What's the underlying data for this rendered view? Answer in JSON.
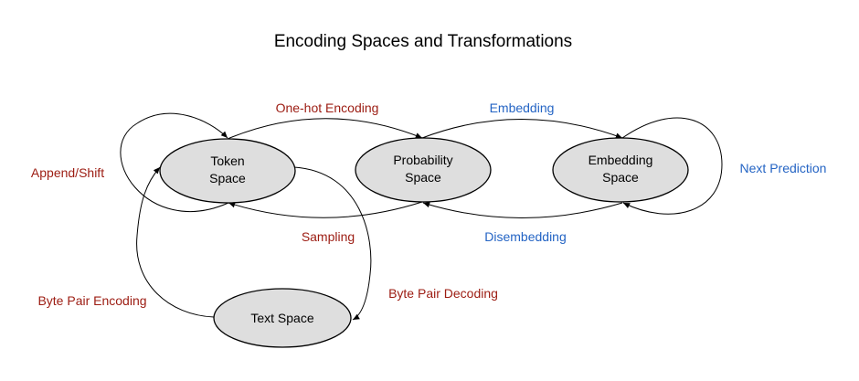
{
  "title": "Encoding Spaces and Transformations",
  "colors": {
    "red_label": "#9c1c12",
    "blue_label": "#2464c4",
    "node_fill": "#dedede",
    "line": "#000000"
  },
  "nodes": {
    "token": {
      "line1": "Token",
      "line2": "Space"
    },
    "probability": {
      "line1": "Probability",
      "line2": "Space"
    },
    "embedding": {
      "line1": "Embedding",
      "line2": "Space"
    },
    "text": {
      "label": "Text Space"
    }
  },
  "edges": {
    "one_hot": {
      "label": "One-hot Encoding",
      "color": "red"
    },
    "embedding": {
      "label": "Embedding",
      "color": "blue"
    },
    "append_shift": {
      "label": "Append/Shift",
      "color": "red"
    },
    "next_prediction": {
      "label": "Next Prediction",
      "color": "blue"
    },
    "sampling": {
      "label": "Sampling",
      "color": "red"
    },
    "disembedding": {
      "label": "Disembedding",
      "color": "blue"
    },
    "byte_pair_encoding": {
      "label": "Byte Pair Encoding",
      "color": "red"
    },
    "byte_pair_decoding": {
      "label": "Byte Pair Decoding",
      "color": "red"
    }
  }
}
